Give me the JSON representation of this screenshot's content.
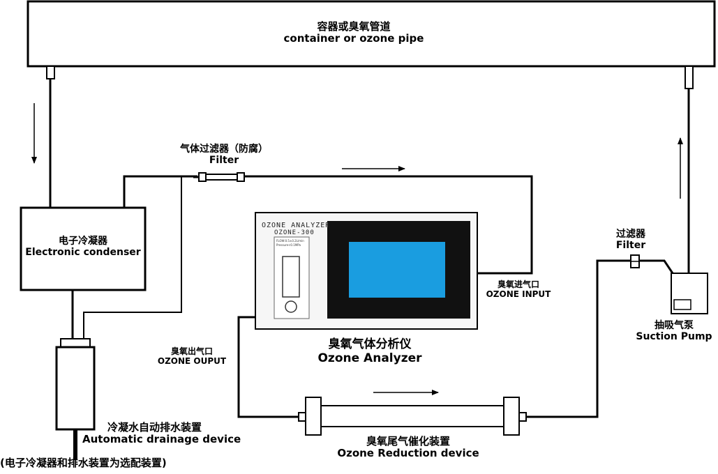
{
  "pipe": {
    "label_cn": "容器或臭氧管道",
    "label_en": "container or ozone pipe"
  },
  "filter_left": {
    "label_cn": "气体过滤器（防腐）",
    "label_en": "Filter"
  },
  "condenser": {
    "label_cn": "电子冷凝器",
    "label_en": "Electronic condenser"
  },
  "analyzer": {
    "panel_title": "OZONE ANALYZER",
    "model": "OZONE-300",
    "meter_line1": "FLOW:0.5±0.2L/min",
    "meter_line2": "Pressure<0.1MPa",
    "label_cn": "臭氧气体分析仪",
    "label_en": "Ozone Analyzer",
    "screen_color": "#1a9de0"
  },
  "input_port": {
    "label_cn": "臭氧进气口",
    "label_en": "OZONE INPUT"
  },
  "output_port": {
    "label_cn": "臭氧出气口",
    "label_en": "OZONE OUPUT"
  },
  "filter_right": {
    "label_cn": "过滤器",
    "label_en": "Filter"
  },
  "pump": {
    "label_cn": "抽吸气泵",
    "label_en": "Suction Pump"
  },
  "drainage": {
    "label_cn": "冷凝水自动排水装置",
    "label_en": "Automatic drainage device"
  },
  "reduction": {
    "label_cn": "臭氧尾气催化装置",
    "label_en": "Ozone Reduction device"
  },
  "footnote": "(电子冷凝器和排水装置为选配装置)"
}
